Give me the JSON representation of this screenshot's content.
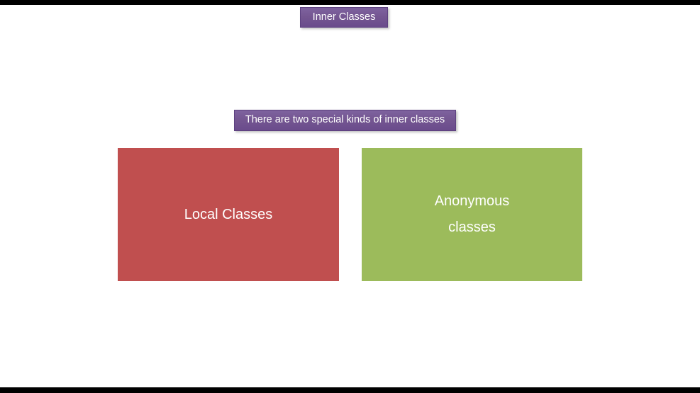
{
  "slide": {
    "background_color": "#ffffff",
    "letterbox_color": "#000000",
    "title": {
      "label": "Inner Classes",
      "fill_color": "#745691",
      "text_color": "#ffffff"
    },
    "subtitle": {
      "label": "There are two special kinds of inner classes",
      "fill_color": "#745691",
      "text_color": "#ffffff"
    },
    "categories": [
      {
        "id": "local-classes",
        "lines": [
          "Local Classes"
        ],
        "fill_color": "#c04f4f",
        "text_color": "#ffffff"
      },
      {
        "id": "anonymous-classes",
        "lines": [
          "Anonymous",
          "classes"
        ],
        "fill_color": "#9cbb5b",
        "text_color": "#ffffff"
      }
    ]
  }
}
